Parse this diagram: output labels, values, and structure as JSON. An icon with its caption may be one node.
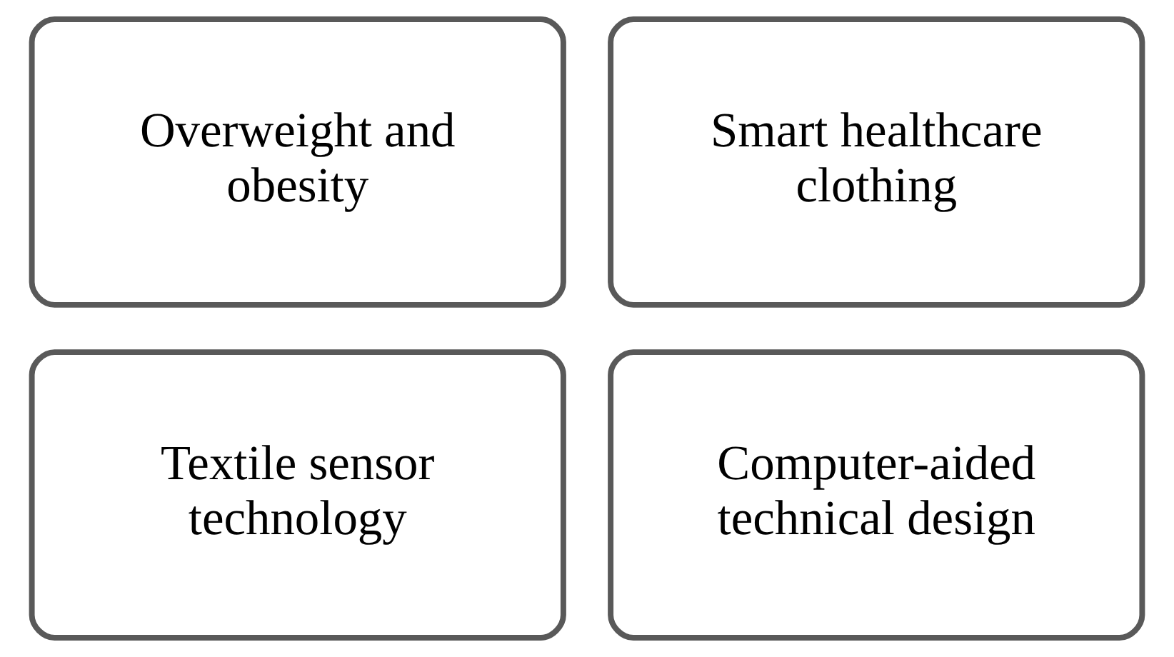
{
  "diagram": {
    "nodes": [
      {
        "text": [
          "Overweight and obesity"
        ]
      },
      {
        "text": [
          "Smart healthcare clothing"
        ]
      },
      {
        "text": [
          "Textile sensor technology"
        ]
      },
      {
        "text": [
          "Computer-aided technical design"
        ]
      }
    ]
  }
}
